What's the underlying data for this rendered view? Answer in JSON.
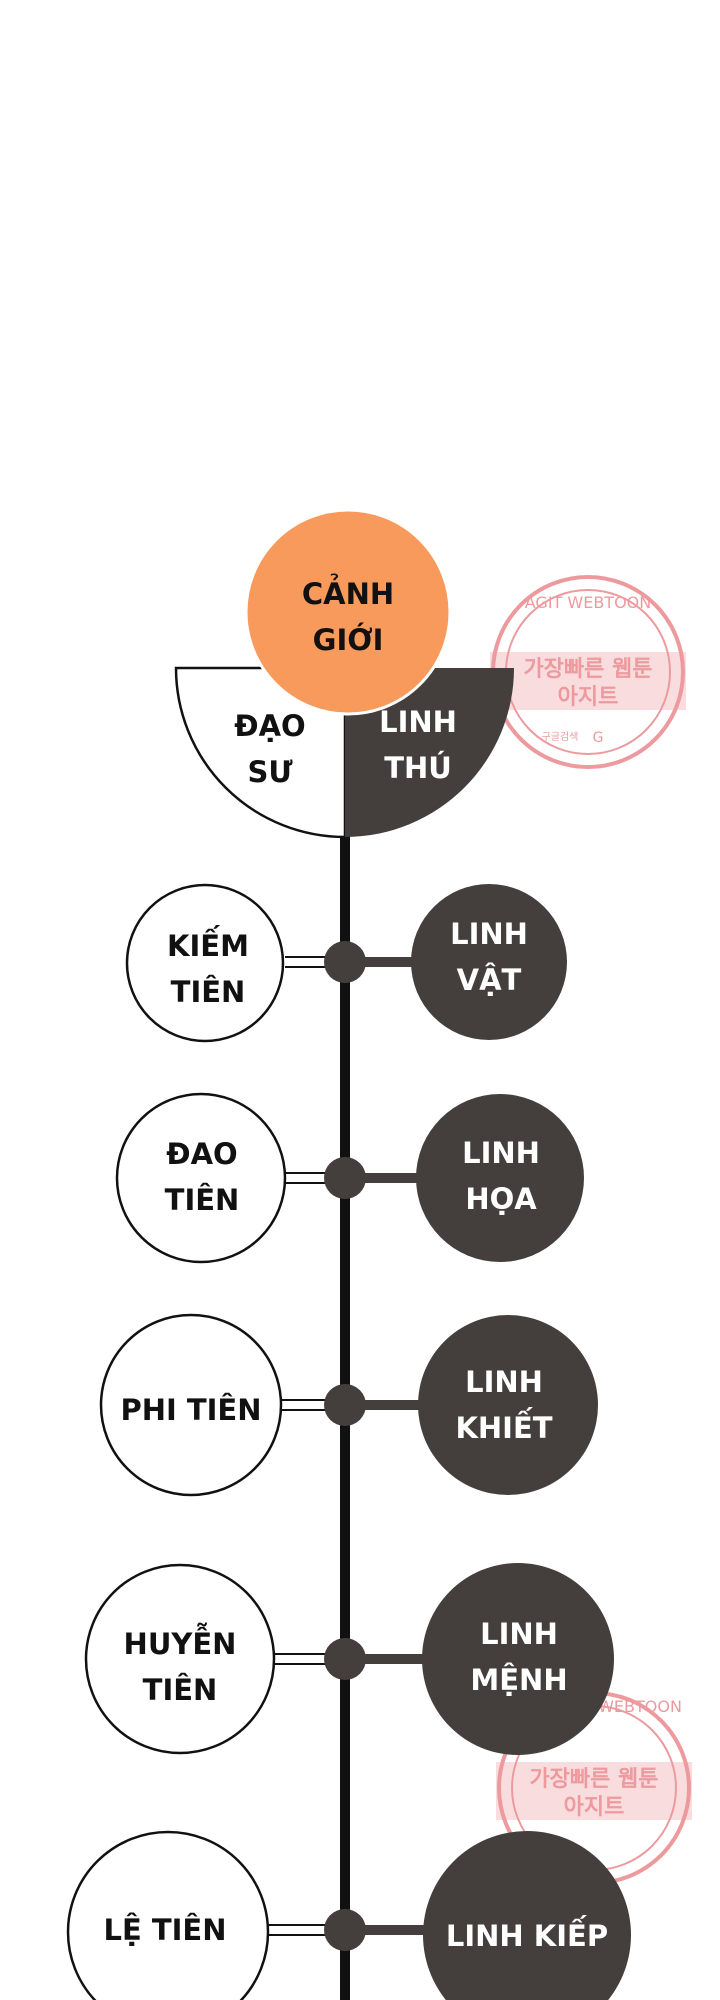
{
  "colors": {
    "background": "#ffffff",
    "line": "#111111",
    "root": "#f79a5b",
    "dark_node": "#443f3d",
    "light_node": "#ffffff",
    "watermark": "#e25860"
  },
  "root": {
    "lines": [
      "CẢNH",
      "GIỚI"
    ]
  },
  "branches": {
    "left": {
      "lines": [
        "ĐẠO",
        "SƯ"
      ]
    },
    "right": {
      "lines": [
        "LINH",
        "THÚ"
      ]
    }
  },
  "rows": [
    {
      "left": {
        "lines": [
          "KIẾM",
          "TIÊN"
        ]
      },
      "right": {
        "lines": [
          "LINH",
          "VẬT"
        ]
      }
    },
    {
      "left": {
        "lines": [
          "ĐAO",
          "TIÊN"
        ]
      },
      "right": {
        "lines": [
          "LINH",
          "HỌA"
        ]
      }
    },
    {
      "left": {
        "lines": [
          "PHI TIÊN"
        ]
      },
      "right": {
        "lines": [
          "LINH",
          "KHIẾT"
        ]
      }
    },
    {
      "left": {
        "lines": [
          "HUYỄN",
          "TIÊN"
        ]
      },
      "right": {
        "lines": [
          "LINH",
          "MỆNH"
        ]
      }
    },
    {
      "left": {
        "lines": [
          "LỆ TIÊN"
        ]
      },
      "right": {
        "lines": [
          "LINH KIẾP"
        ]
      }
    }
  ],
  "watermarks": [
    {
      "arc_text": "AGIT WEBTOON",
      "line1": "가장빠른 웹툰",
      "line2": "아지트",
      "small": "구글검색"
    },
    {
      "arc_text": "WEBTOON",
      "line1": "가장빠른 웹툰",
      "line2": "아지트",
      "small": ""
    }
  ]
}
